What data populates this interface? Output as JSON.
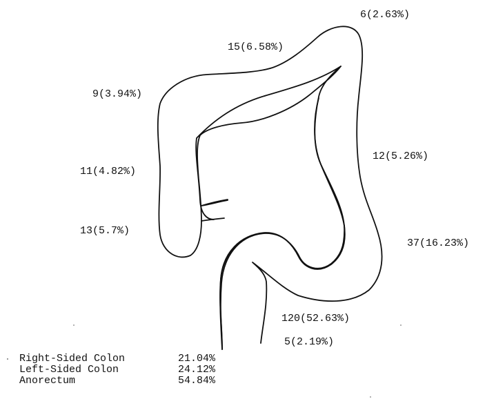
{
  "segments": {
    "cecum": "13(5.7%)",
    "ascending_colon": "11(4.82%)",
    "hepatic_flexure": "9(3.94%)",
    "transverse_colon": "15(6.58%)",
    "splenic_flexure": "6(2.63%)",
    "descending_colon": "12(5.26%)",
    "sigmoid_colon": "37(16.23%)",
    "rectum": "120(52.63%)",
    "anus": "5(2.19%)"
  },
  "summary": [
    {
      "label": "Right-Sided Colon",
      "value": "21.04%"
    },
    {
      "label": "Left-Sided Colon",
      "value": "24.12%"
    },
    {
      "label": "Anorectum",
      "value": "54.84%"
    }
  ]
}
